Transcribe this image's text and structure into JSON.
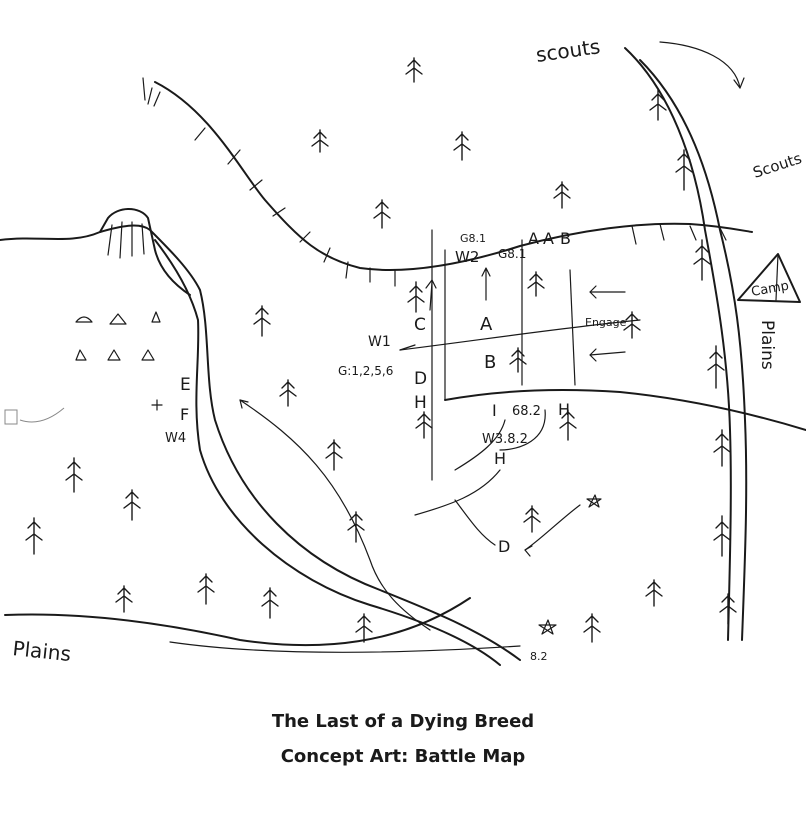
{
  "caption": {
    "title": "The Last of a Dying Breed",
    "subtitle": "Concept Art: Battle Map"
  },
  "map_labels": {
    "scouts_top": "scouts",
    "scouts_right": "Scouts",
    "camp": "Camp",
    "plains_left": "Plains",
    "plains_right": "Plains",
    "engage": "Engage",
    "w1": "W1",
    "w2": "W2",
    "w4": "W4",
    "g_list": "G:1,2,5,6",
    "g81_top": "G8.1",
    "g81_mid": "G8.1",
    "i_label": "I",
    "i_val": "68.2",
    "w3_val": "W3.8.2",
    "bottom_val": "8.2",
    "letter_a_top": "A",
    "letter_a_top2": "A",
    "letter_b_top": "B",
    "letter_a_mid": "A",
    "letter_b_mid": "B",
    "letter_c": "C",
    "letter_d": "D",
    "letter_h": "H",
    "letter_d_bottom": "D",
    "letter_h_right": "H",
    "letter_h_mid": "H",
    "letter_e": "E",
    "letter_f": "F"
  }
}
